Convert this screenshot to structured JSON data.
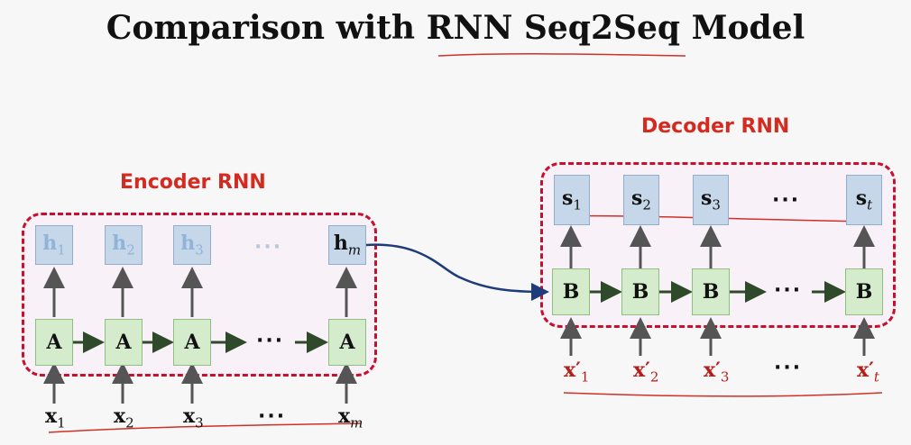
{
  "title": {
    "prefix": "Comparison with ",
    "underlined": "RNN Seq2Seq",
    "suffix": " Model"
  },
  "encoder": {
    "label": "Encoder RNN",
    "cell": "A",
    "dots": "···",
    "outputs": [
      {
        "main": "h",
        "sub": "1",
        "italic": false
      },
      {
        "main": "h",
        "sub": "2",
        "italic": false
      },
      {
        "main": "h",
        "sub": "3",
        "italic": false
      },
      {
        "main": "h",
        "sub": "m",
        "italic": true
      }
    ],
    "inputs": [
      {
        "main": "x",
        "sub": "1",
        "italic": false
      },
      {
        "main": "x",
        "sub": "2",
        "italic": false
      },
      {
        "main": "x",
        "sub": "3",
        "italic": false
      },
      {
        "main": "x",
        "sub": "m",
        "italic": true
      }
    ]
  },
  "decoder": {
    "label": "Decoder RNN",
    "cell": "B",
    "dots": "···",
    "outputs": [
      {
        "main": "s",
        "sub": "1",
        "italic": false
      },
      {
        "main": "s",
        "sub": "2",
        "italic": false
      },
      {
        "main": "s",
        "sub": "3",
        "italic": false
      },
      {
        "main": "s",
        "sub": "t",
        "italic": true
      }
    ],
    "inputs": [
      {
        "main": "x′",
        "sub": "1",
        "italic": false
      },
      {
        "main": "x′",
        "sub": "2",
        "italic": false
      },
      {
        "main": "x′",
        "sub": "3",
        "italic": false
      },
      {
        "main": "x′",
        "sub": "t",
        "italic": true
      }
    ]
  },
  "colors": {
    "encoder_label": "#d42a20",
    "box_border": "#c8102e",
    "cell_green": "#d4ebcc",
    "cell_blue": "#c6d7ea",
    "arrow_dark_green": "#2f4a2a",
    "connector": "#1f3c7a",
    "annotation": "#d0302a"
  }
}
